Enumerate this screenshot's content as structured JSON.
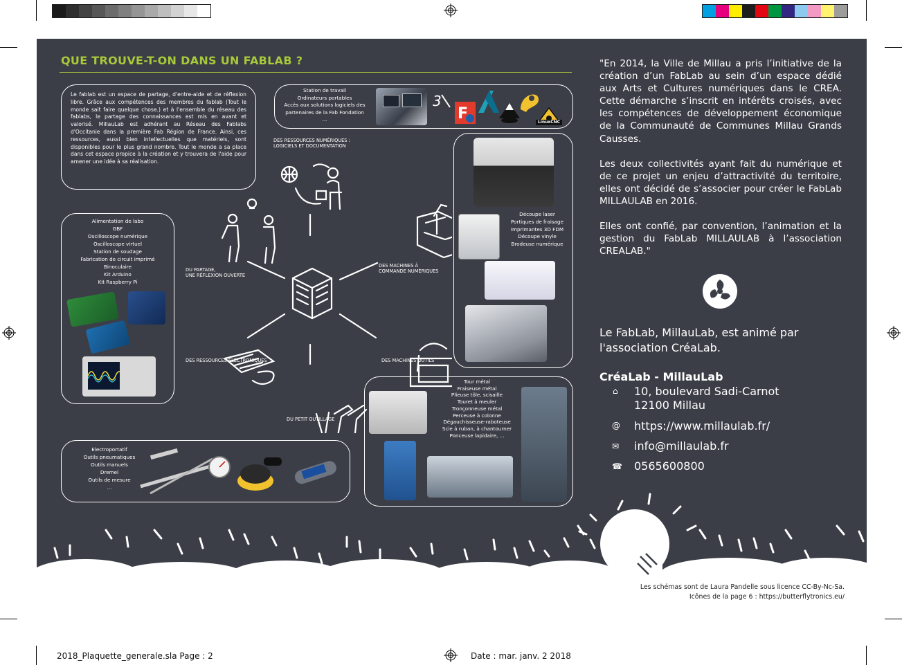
{
  "colors": {
    "panel_bg": "#3c3e47",
    "title_accent": "#a8c93a",
    "text": "#ffffff",
    "grayscale_bar": [
      "#1a1a1a",
      "#2e2e2e",
      "#434343",
      "#575757",
      "#6c6c6c",
      "#808080",
      "#959595",
      "#a9a9a9",
      "#bebebe",
      "#d2d2d2",
      "#e7e7e7",
      "#ffffff"
    ],
    "color_bar": [
      "#00a0e3",
      "#e6007e",
      "#ffed00",
      "#1d1d1b",
      "#e30613",
      "#009640",
      "#312783",
      "#8ec9f0",
      "#f39ac4",
      "#fff36f",
      "#9d9d9c"
    ]
  },
  "header": {
    "title": "QUE TROUVE-T-ON DANS UN FABLAB ?"
  },
  "intro": {
    "text": "Le fablab est un espace de partage, d'entre-aide et de réflexion libre. Grâce aux compétences des membres du fablab (Tout le monde sait faire quelque chose.) et à l'ensemble du réseau des fablabs, le partage des connaissances est mis en avant et valorisé. MillauLab est adhérant au Réseau des Fablabs d'Occitanie dans la première Fab Région de France. Ainsi, ces ressources, aussi bien intellectuelles que matériels, sont disponibles pour le plus grand nombre. Tout le monde a sa place dans cet espace propice à la création et y trouvera de l'aide pour amener une idée à sa réalisation."
  },
  "boxes": {
    "software": [
      "Station de travail",
      "Ordinateurs portables",
      "Accès aux solutions logiciels des partenaires de la Fab Fondation",
      "..."
    ],
    "machines": [
      "Découpe laser",
      "Portiques de fraisage",
      "Imprimantes 3D FDM",
      "Découpe vinyle",
      "Brodeuse numérique"
    ],
    "electronics": [
      "Alimentation de labo",
      "GBF",
      "Oscilloscope numérique",
      "Oscilloscope virtuel",
      "Station de soudage",
      "Fabrication de circuit imprimé",
      "Binoculaire",
      "Kit Arduino",
      "Kit Raspberry Pi"
    ],
    "tools_machines": [
      "Tour métal",
      "Fraiseuse métal",
      "Plieuse tôle, scisaille",
      "Touret à meuler",
      "Tronçonneuse métal",
      "Perceuse à colonne",
      "Dégauchisseuse-raboteuse",
      "Scie à ruban, à chantourner",
      "Ponceuse lapidaire, ..."
    ],
    "small_tools": [
      "Electroportatif",
      "Outils pneumatiques",
      "Outils manuels",
      "Dremel",
      "Outils de mesure",
      "..."
    ]
  },
  "diagram": {
    "digital": [
      "DES RESSOURCES NUMÉRIQUES :",
      "LOGICIELS ET DOCUMENTATION"
    ],
    "sharing": [
      "DU PARTAGE,",
      "UNE RÉFLEXION OUVERTE"
    ],
    "cnc": [
      "DES MACHINES À",
      "COMMANDE NUMÉRIQUES"
    ],
    "electronic": "DES RESSOURCES ÉLECTRONIQUES",
    "machine_tools": "DES MACHINES OUTILS",
    "small_tools": "DU PETIT OUTILLAGE"
  },
  "logos": {
    "linuxcnc": "LinuxCNC"
  },
  "right": {
    "quote_p1": "\"En 2014, la Ville de Millau a pris l’initiative de la création d’un FabLab au sein d’un espace dédié aux Arts et Cultures numériques dans le CREA. Cette démarche s’inscrit en intérêts croisés, avec les compétences de développement économique de la Communauté de Communes Millau Grands Causses.",
    "quote_p2": "Les deux collectivités ayant fait du numérique et de ce projet un enjeu d’attractivité du territoire, elles ont décidé de s’associer pour créer le FabLab MILLAULAB en 2016.",
    "quote_p3": "Elles ont confié, par convention, l’animation et la gestion du FabLab MILLAULAB à l’association CREALAB.\"",
    "animated_line1": "Le FabLab, MillauLab, est animé par",
    "animated_line2": "l'association CréaLab.",
    "org_name": "CréaLab - MillauLab",
    "address1": "10, boulevard Sadi-Carnot",
    "address2": "12100 Millau",
    "website": "https://www.millaulab.fr/",
    "email": "info@millaulab.fr",
    "phone": "0565600800"
  },
  "icons": {
    "address": "home-icon",
    "website": "at-sign-icon",
    "email": "envelope-icon",
    "phone": "phone-icon",
    "logo": "crealab-logo-icon",
    "registration": "registration-mark-icon"
  },
  "credits": {
    "line1": "Les schémas sont de Laura Pandelle sous licence CC-By-Nc-Sa.",
    "line2": "Icônes de la page 6 : https://butterflytronics.eu/"
  },
  "slug": {
    "file": "2018_Plaquette_generale.sla  Page : 2",
    "date": "Date : mar. janv. 2 2018"
  }
}
